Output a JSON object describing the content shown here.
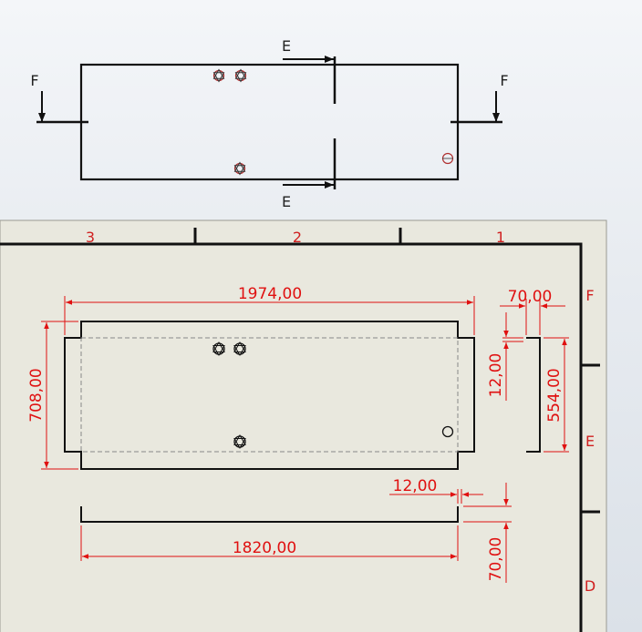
{
  "view": {
    "section_labels": {
      "top": "E",
      "bottom": "E",
      "left": "F",
      "right": "F"
    }
  },
  "sheet": {
    "zone_columns": [
      "3",
      "2",
      "1"
    ],
    "zone_rows": [
      "F",
      "E",
      "D"
    ]
  },
  "dimensions": {
    "overall_length": "1974,00",
    "overall_height": "708,00",
    "flange_width_top": "70,00",
    "thickness_side": "12,00",
    "side_height": "554,00",
    "thickness_bottom": "12,00",
    "inner_length": "1820,00",
    "flange_width_bottom": "70,00"
  },
  "colors": {
    "geometry": "#111111",
    "dimension": "#e01010",
    "hidden_line": "#888888",
    "sheet": "#e9e8de"
  }
}
